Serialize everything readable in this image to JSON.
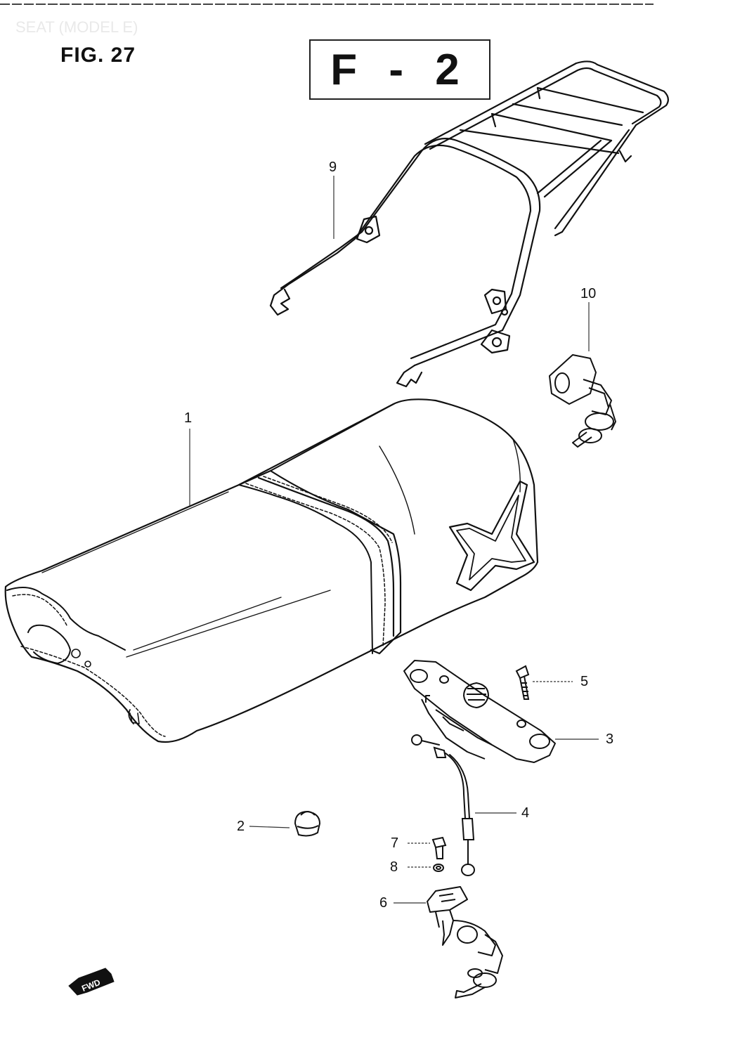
{
  "header": {
    "ghost_title": "SEAT (MODEL E)",
    "figure_label": "FIG. 27",
    "section_code": "F - 2"
  },
  "parts": [
    {
      "ref": "1",
      "name": "seat"
    },
    {
      "ref": "2",
      "name": "cushion"
    },
    {
      "ref": "3",
      "name": "seat-lock-plate"
    },
    {
      "ref": "4",
      "name": "lock-cable"
    },
    {
      "ref": "5",
      "name": "screw"
    },
    {
      "ref": "6",
      "name": "seat-lock"
    },
    {
      "ref": "7",
      "name": "bolt"
    },
    {
      "ref": "8",
      "name": "washer"
    },
    {
      "ref": "9",
      "name": "carrier-rack"
    },
    {
      "ref": "10",
      "name": "key-set"
    }
  ],
  "direction_marker": {
    "label": "FWD",
    "icon": "forward-arrow-icon"
  }
}
